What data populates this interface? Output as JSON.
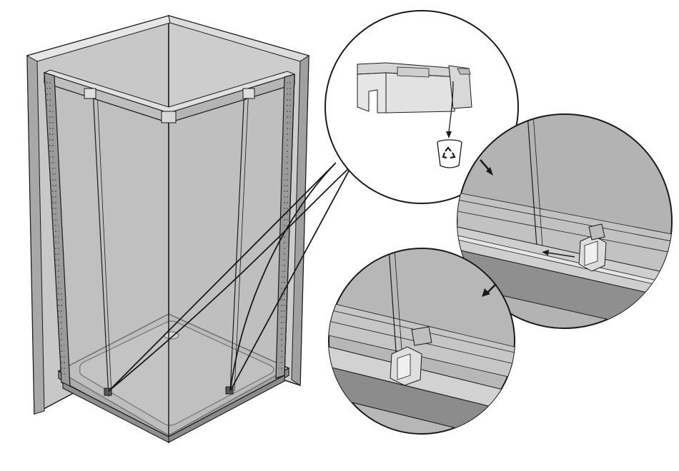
{
  "diagram": {
    "kind": "shower-enclosure-assembly-instruction",
    "palette": {
      "stroke": "#1a1a1a",
      "wall": "#c8c8c8",
      "wall_dark": "#9a9a9a",
      "glass": "#b9b9b9",
      "glass_light": "#d0d0d0",
      "tray": "#bdbdbd",
      "tray_inner": "#c9c9c9",
      "zoom_bg": "#b3b3b3",
      "part": "#e2e2e2"
    },
    "icons": {
      "bin": "recycle-bin-icon",
      "recycle": "recycle-icon",
      "arrow": "arrow-icon"
    },
    "steps": [
      {
        "id": "remove-transport-clip",
        "action": "discard-to-recycling"
      },
      {
        "id": "slide-guide-clip",
        "action": "push-toward-glass"
      },
      {
        "id": "clip-fitted",
        "action": "result"
      }
    ]
  }
}
